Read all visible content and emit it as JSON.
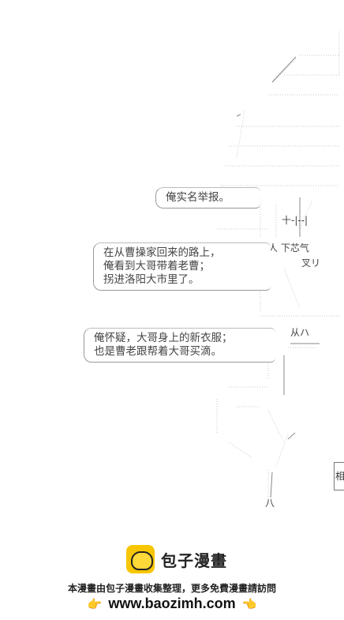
{
  "bubbles": [
    {
      "lines": [
        "俺实名举报。"
      ]
    },
    {
      "lines": [
        "在从曹操家回来的路上，",
        "俺看到大哥带着老曹；",
        "拐进洛阳大市里了。"
      ]
    },
    {
      "lines": [
        "俺怀疑，大哥身上的新衣服；",
        "也是曹老跟帮着大哥买滴。"
      ]
    }
  ],
  "art_text": {
    "label_1": "十-|--|",
    "label_2": "人 下芯气",
    "label_3": "叉リ",
    "label_4": "从ハ",
    "label_5": "八",
    "side": "相"
  },
  "footer": {
    "brand": "包子漫畫",
    "tagline": "本漫畫由包子漫畫收集整理，更多免費漫畫請訪問",
    "url": "www.baozimh.com",
    "hand_left": "👉",
    "hand_right": "👈"
  }
}
